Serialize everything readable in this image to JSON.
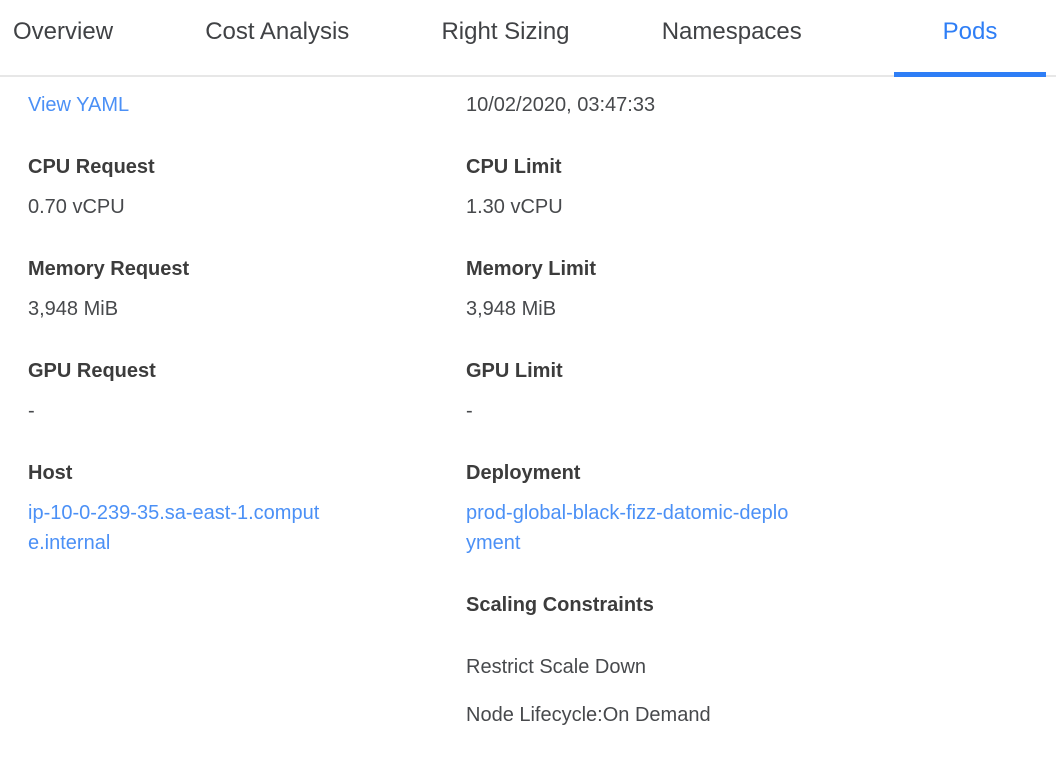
{
  "tabs": [
    {
      "label": "Overview",
      "active": false
    },
    {
      "label": "Cost Analysis",
      "active": false
    },
    {
      "label": "Right Sizing",
      "active": false
    },
    {
      "label": "Namespaces",
      "active": false
    },
    {
      "label": "Pods",
      "active": true
    }
  ],
  "details": {
    "left": {
      "view_yaml_label": "View YAML",
      "fields": [
        {
          "label": "CPU Request",
          "value": "0.70 vCPU"
        },
        {
          "label": "Memory Request",
          "value": "3,948 MiB"
        },
        {
          "label": "GPU Request",
          "value": "-"
        },
        {
          "label": "Host",
          "value": "ip-10-0-239-35.sa-east-1.compute.internal",
          "is_link": true
        }
      ]
    },
    "right": {
      "timestamp": "10/02/2020, 03:47:33",
      "fields": [
        {
          "label": "CPU Limit",
          "value": "1.30 vCPU"
        },
        {
          "label": "Memory Limit",
          "value": "3,948 MiB"
        },
        {
          "label": "GPU Limit",
          "value": "-"
        },
        {
          "label": "Deployment",
          "value": "prod-global-black-fizz-datomic-deployment",
          "is_link": true
        }
      ],
      "scaling": {
        "label": "Scaling Constraints",
        "items": [
          "Restrict Scale Down",
          "Node Lifecycle:On Demand"
        ]
      }
    }
  },
  "colors": {
    "accent": "#2e7ef6",
    "link": "#4b90f6",
    "border": "#e7e7e7",
    "heading": "#3c3c3c",
    "text": "#47494c",
    "tab_text": "#404245"
  }
}
